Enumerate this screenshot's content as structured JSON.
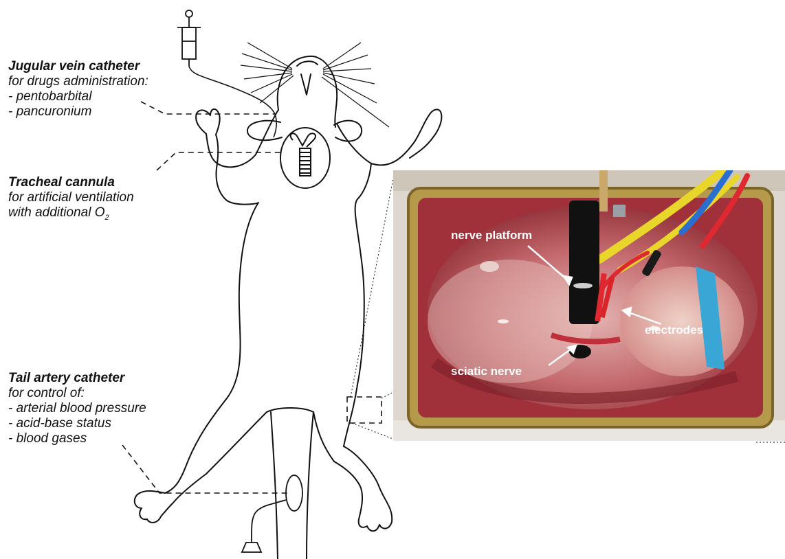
{
  "callouts": {
    "jugular": {
      "title": "Jugular vein catheter",
      "subtitle": "for drugs administration:",
      "items": [
        "- pentobarbital",
        "- pancuronium"
      ]
    },
    "tracheal": {
      "title": "Tracheal cannula",
      "lines": [
        "for artificial ventilation",
        "with additional O"
      ],
      "subscript": "2"
    },
    "tail": {
      "title": "Tail artery catheter",
      "subtitle": "for control of:",
      "items": [
        "- arterial blood pressure",
        "- acid-base status",
        "- blood gases"
      ]
    }
  },
  "photo_labels": {
    "nerve_platform": "nerve platform",
    "electrodes": "electrodes",
    "sciatic_nerve": "sciatic nerve"
  },
  "colors": {
    "line": "#111111",
    "tissue": "#b8454f",
    "frame": "#b59a4c",
    "wire_yellow": "#e8d62a",
    "wire_blue": "#2a6fd0",
    "wire_red": "#e02830",
    "platform": "#111111",
    "tape": "#3aa6d6"
  },
  "icons": {
    "syringe": "syringe-icon",
    "trachea": "tracheal-cannula-icon",
    "pressure": "pressure-transducer-icon"
  }
}
